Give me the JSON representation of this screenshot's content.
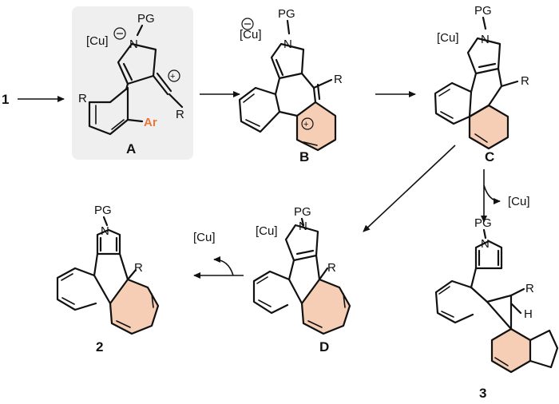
{
  "labels": {
    "start": "1",
    "A": "A",
    "B": "B",
    "C": "C",
    "D": "D",
    "p2": "2",
    "p3": "3",
    "PG": "PG",
    "N": "N",
    "Cu": "[Cu]",
    "R": "R",
    "Ar": "Ar",
    "H": "H",
    "cu_loss_1": "[Cu]",
    "cu_loss_2": "[Cu]"
  },
  "colors": {
    "accent": "#f6cdb5",
    "ar_text": "#e8773b",
    "panel": "#efefef"
  }
}
